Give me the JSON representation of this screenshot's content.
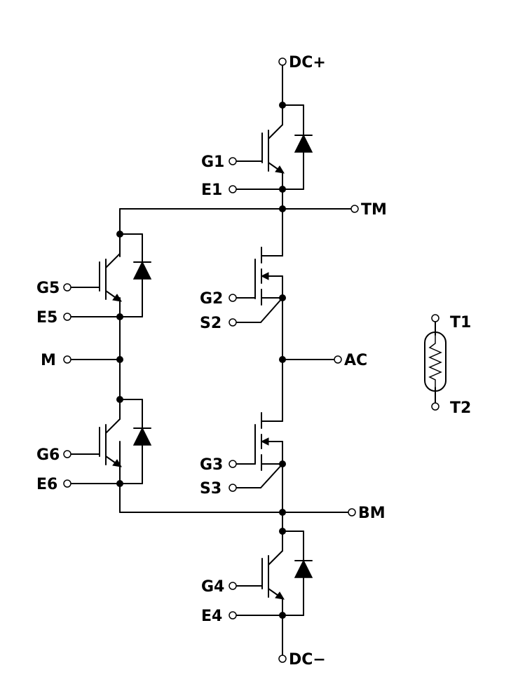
{
  "labels": {
    "dc_plus": "DC+",
    "dc_minus": "DC−",
    "tm": "TM",
    "bm": "BM",
    "ac": "AC",
    "m": "M",
    "g1": "G1",
    "e1": "E1",
    "g2": "G2",
    "s2": "S2",
    "g3": "G3",
    "s3": "S3",
    "g4": "G4",
    "e4": "E4",
    "g5": "G5",
    "e5": "E5",
    "g6": "G6",
    "e6": "E6",
    "t1": "T1",
    "t2": "T2"
  },
  "components": [
    {
      "id": "Q1",
      "type": "IGBT",
      "gate": "G1",
      "emitter": "E1",
      "antiparallel_diode": true
    },
    {
      "id": "Q2",
      "type": "MOSFET",
      "gate": "G2",
      "source": "S2"
    },
    {
      "id": "Q3",
      "type": "MOSFET",
      "gate": "G3",
      "source": "S3"
    },
    {
      "id": "Q4",
      "type": "IGBT",
      "gate": "G4",
      "emitter": "E4",
      "antiparallel_diode": true
    },
    {
      "id": "Q5",
      "type": "IGBT",
      "gate": "G5",
      "emitter": "E5",
      "antiparallel_diode": true
    },
    {
      "id": "Q6",
      "type": "IGBT",
      "gate": "G6",
      "emitter": "E6",
      "antiparallel_diode": true
    },
    {
      "id": "NTC",
      "type": "thermistor",
      "terminals": [
        "T1",
        "T2"
      ]
    }
  ]
}
